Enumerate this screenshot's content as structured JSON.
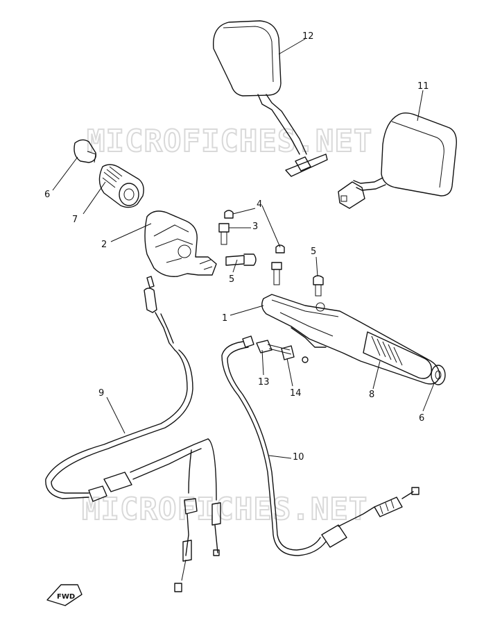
{
  "watermark": "MICROFICHES.NET",
  "fwd_label": "FWD",
  "callouts": [
    {
      "id": "c12",
      "label": "12"
    },
    {
      "id": "c11",
      "label": "11"
    },
    {
      "id": "c6a",
      "label": "6"
    },
    {
      "id": "c7",
      "label": "7"
    },
    {
      "id": "c4",
      "label": "4"
    },
    {
      "id": "c3",
      "label": "3"
    },
    {
      "id": "c2",
      "label": "2"
    },
    {
      "id": "c5a",
      "label": "5"
    },
    {
      "id": "c5b",
      "label": "5"
    },
    {
      "id": "c1",
      "label": "1"
    },
    {
      "id": "c13",
      "label": "13"
    },
    {
      "id": "c14",
      "label": "14"
    },
    {
      "id": "c8",
      "label": "8"
    },
    {
      "id": "c6b",
      "label": "6"
    },
    {
      "id": "c9",
      "label": "9"
    },
    {
      "id": "c10",
      "label": "10"
    }
  ]
}
